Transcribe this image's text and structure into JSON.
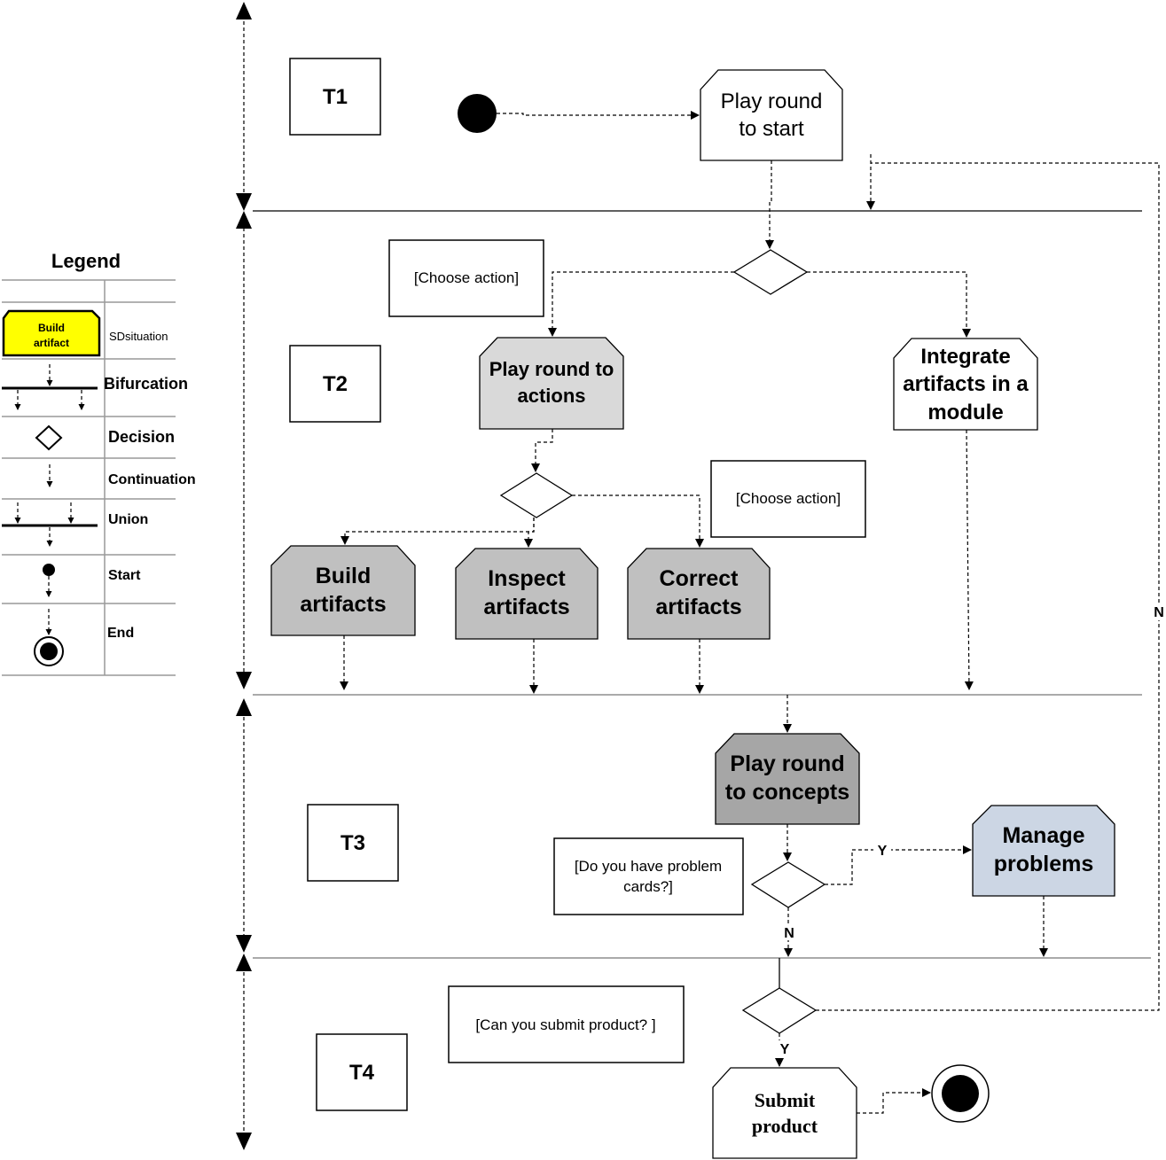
{
  "legend": {
    "title": "Legend",
    "sd_box_label_line1": "Build",
    "sd_box_label_line2": "artifact",
    "sd_situation": "SDsituation",
    "bifurcation": "Bifurcation",
    "decision": "Decision",
    "continuation": "Continuation",
    "union": "Union",
    "start": "Start",
    "end": "End"
  },
  "lanes": {
    "t1": "T1",
    "t2": "T2",
    "t3": "T3",
    "t4": "T4"
  },
  "nodes": {
    "play_start_1": "Play round",
    "play_start_2": "to start",
    "play_actions_1": "Play round to",
    "play_actions_2": "actions",
    "integrate_1": "Integrate",
    "integrate_2": "artifacts in a",
    "integrate_3": "module",
    "build_1": "Build",
    "build_2": "artifacts",
    "inspect_1": "Inspect",
    "inspect_2": "artifacts",
    "correct_1": "Correct",
    "correct_2": "artifacts",
    "concepts_1": "Play round",
    "concepts_2": "to concepts",
    "manage_1": "Manage",
    "manage_2": "problems",
    "submit_1": "Submit",
    "submit_2": "product"
  },
  "notes": {
    "choose_action_1": "[Choose action]",
    "choose_action_2": "[Choose action]",
    "problem_cards_1": "[Do you have problem",
    "problem_cards_2": "cards?]",
    "submit_q": "[Can you submit product? ]"
  },
  "edge_labels": {
    "y_manage": "Y",
    "n_down": "N",
    "y_submit": "Y",
    "n_loop": "N"
  },
  "colors": {
    "sd_yellow": "#ffff00",
    "light_gray": "#d9d9d9",
    "mid_gray": "#c0c0c0",
    "dark_gray": "#a6a6a6",
    "light_blue": "#ccd6e4"
  }
}
